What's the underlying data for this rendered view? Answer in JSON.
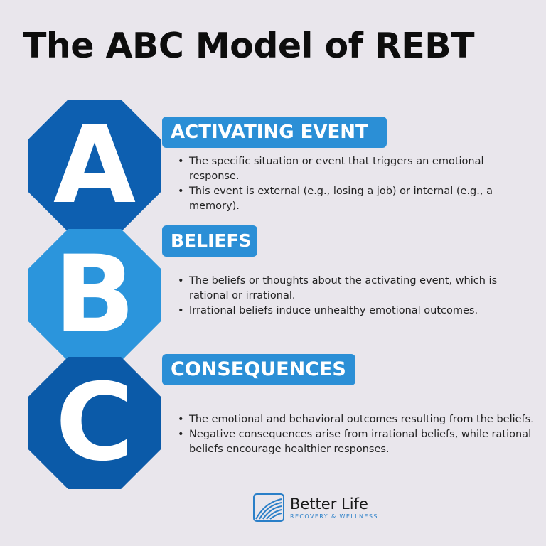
{
  "title": "The ABC Model of REBT",
  "colors": {
    "background": "#e9e6ec",
    "dark_blue": "#0d5fb0",
    "light_blue": "#2b95dc",
    "badge_blue": "#2b8fd6",
    "logo_blue": "#2a7fc8"
  },
  "sections": [
    {
      "letter": "A",
      "heading": "ACTIVATING EVENT",
      "points": [
        "The specific situation or event that triggers an emotional response.",
        "This event is external (e.g., losing a job) or internal (e.g., a memory)."
      ]
    },
    {
      "letter": "B",
      "heading": "BELIEFS",
      "points": [
        "The beliefs or thoughts about the activating event, which is rational or irrational.",
        "Irrational beliefs induce unhealthy emotional outcomes."
      ]
    },
    {
      "letter": "C",
      "heading": "CONSEQUENCES",
      "points": [
        "The emotional and behavioral outcomes resulting from the beliefs.",
        "Negative consequences arise from irrational beliefs, while rational beliefs encourage healthier responses."
      ]
    }
  ],
  "logo": {
    "icon": "better-life-wave-logo-icon",
    "name": "Better Life",
    "tagline": "RECOVERY & WELLNESS"
  }
}
